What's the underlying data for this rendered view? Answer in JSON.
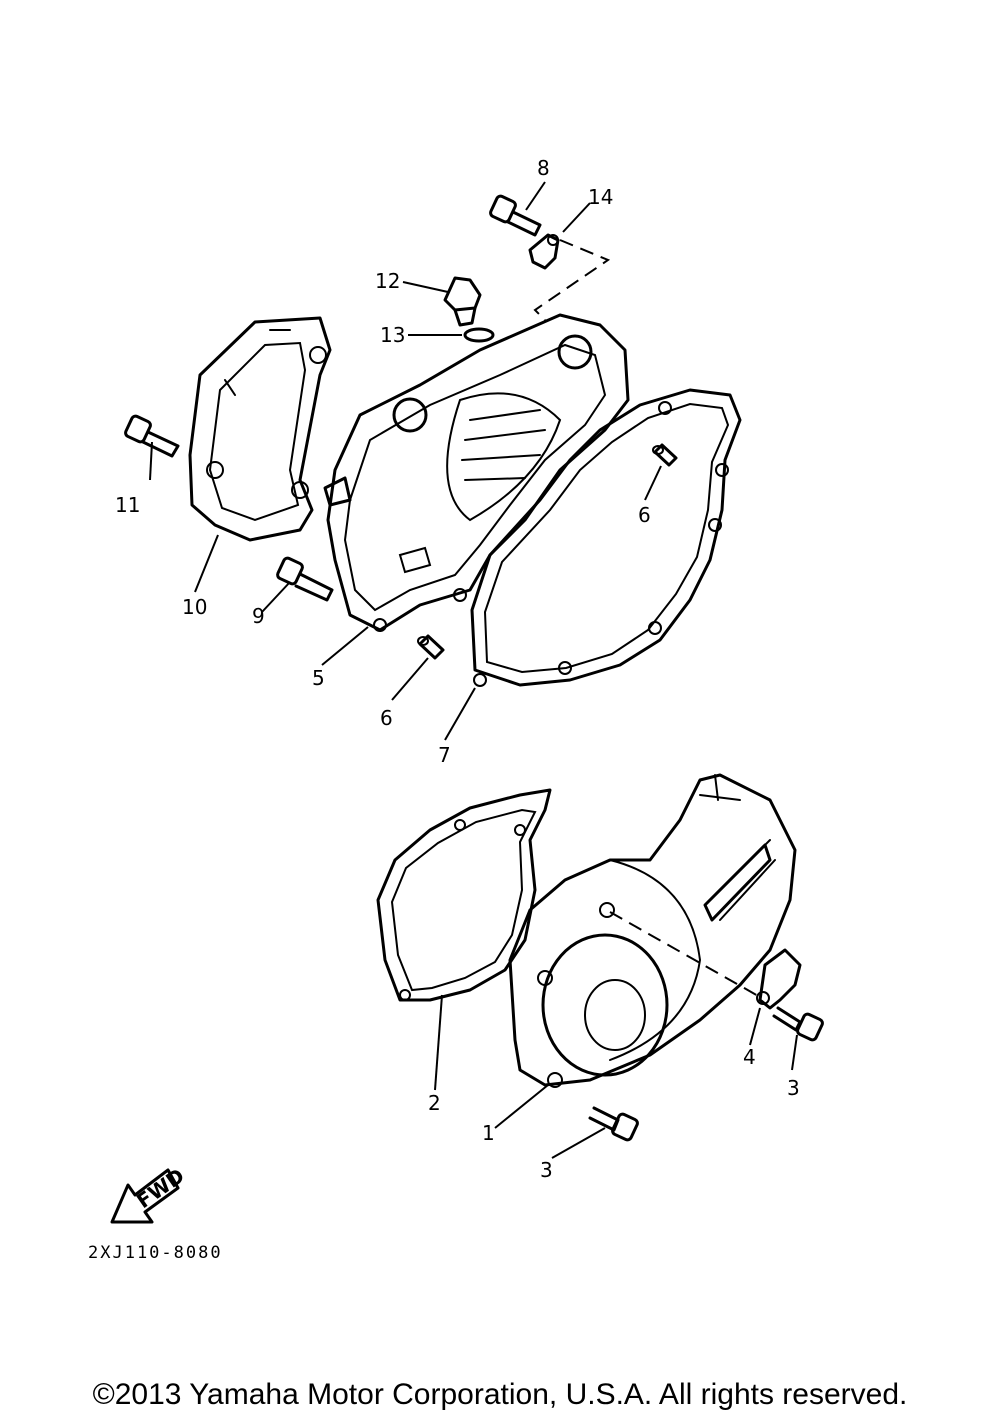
{
  "callouts": [
    "1",
    "2",
    "3",
    "3",
    "4",
    "5",
    "6",
    "6",
    "7",
    "8",
    "9",
    "10",
    "11",
    "12",
    "13",
    "14"
  ],
  "fwd_label": "FWD",
  "diagram_code": "2XJ110-8080",
  "copyright": "©2013 Yamaha Motor Corporation, U.S.A. All rights reserved."
}
